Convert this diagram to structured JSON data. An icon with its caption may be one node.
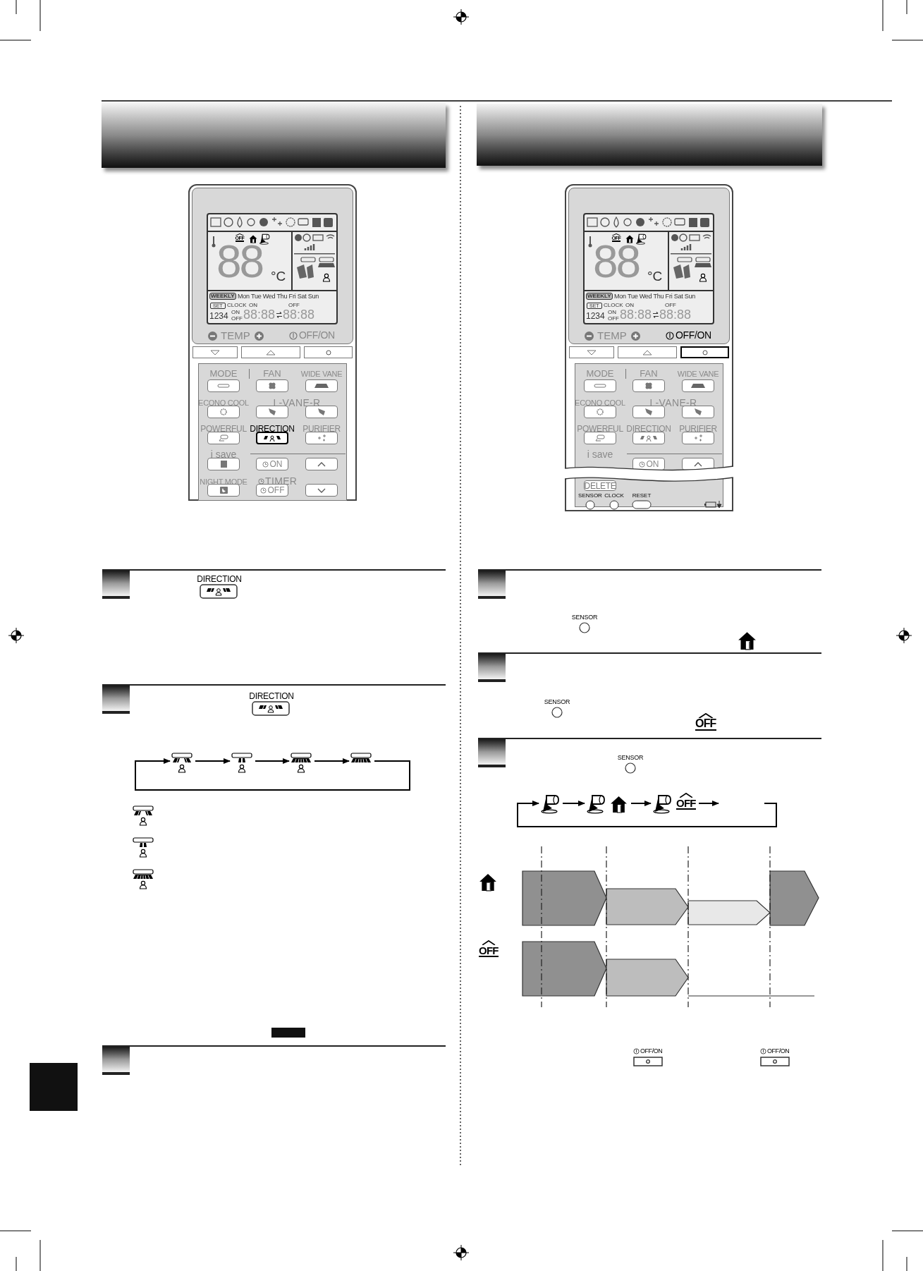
{
  "diagram": {
    "nodes": [
      {
        "text": [],
        "shape": "icon"
      },
      {
        "text": [],
        "shape": "icon"
      },
      {
        "text": [],
        "shape": "icon"
      },
      {
        "text": [],
        "shape": "icon"
      },
      {
        "text": [],
        "shape": "icon"
      },
      {
        "text": [],
        "shape": "icon"
      },
      {
        "text": [
          "OFF"
        ]
      }
    ],
    "edges": [
      {
        "from": 0,
        "to": 1,
        "arrow": "to"
      },
      {
        "from": 1,
        "to": 2,
        "arrow": "to"
      },
      {
        "from": 2,
        "to": 3,
        "arrow": "to"
      },
      {
        "from": 3,
        "to": 0,
        "arrow": "to"
      },
      {
        "from": 4,
        "to": 5,
        "arrow": "to"
      },
      {
        "from": 5,
        "to": 6,
        "arrow": "to"
      },
      {
        "from": 6,
        "to": null,
        "arrow": "to"
      },
      {
        "from": null,
        "to": 4,
        "arrow": "to"
      }
    ],
    "labels": [
      "OFF",
      "88",
      "°C",
      "WEEKLY",
      "Mon Tue Wed Thu Fri Sat Sun",
      "SET",
      "CLOCK",
      "ON",
      "OFF",
      "1234",
      "ON",
      "OFF",
      "88:88",
      "88:88",
      "TEMP",
      "OFF/ON",
      "MODE",
      "FAN",
      "WIDE VANE",
      "ECONO COOL",
      "L-VANE-R",
      "POWERFUL",
      "DIRECTION",
      "PURIFIER",
      "i save",
      "ON",
      "NIGHT MODE",
      "TIMER",
      "OFF",
      "OFF",
      "88",
      "°C",
      "WEEKLY",
      "Mon Tue Wed Thu Fri Sat Sun",
      "SET",
      "CLOCK",
      "ON",
      "OFF",
      "1234",
      "ON",
      "OFF",
      "88:88",
      "88:88",
      "TEMP",
      "OFF/ON",
      "MODE",
      "FAN",
      "WIDE VANE",
      "ECONO COOL",
      "L-VANE-R",
      "POWERFUL",
      "DIRECTION",
      "PURIFIER",
      "i save",
      "ON",
      "DELETE",
      "SENSOR",
      "CLOCK",
      "RESET",
      "DIRECTION",
      "DIRECTION",
      "SENSOR",
      "SENSOR",
      "OFF",
      "SENSOR",
      "OFF",
      "OFF/ON",
      "OFF/ON"
    ]
  }
}
